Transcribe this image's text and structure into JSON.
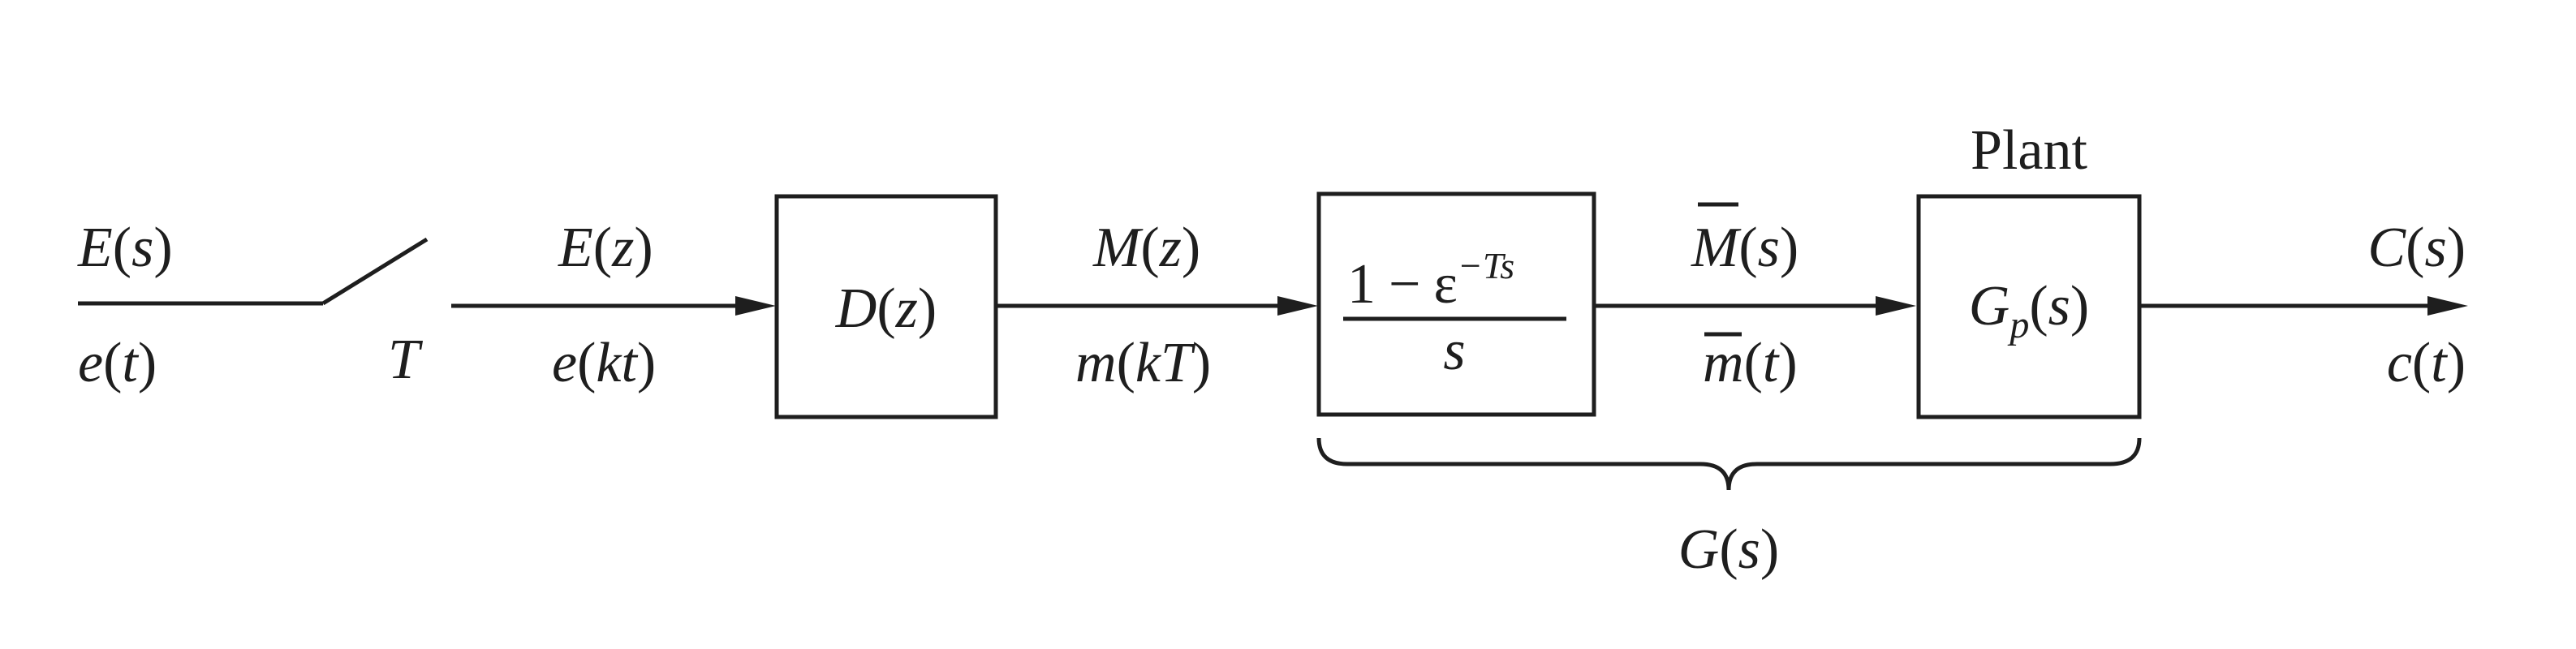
{
  "input": {
    "upper_name": "E",
    "upper_arg": "s",
    "lower_name": "e",
    "lower_arg": "t"
  },
  "sampler": {
    "period_label": "T"
  },
  "sampled": {
    "upper_name": "E",
    "upper_arg": "z",
    "lower_name": "e",
    "lower_arg": "kt"
  },
  "controller": {
    "name": "D",
    "arg": "z"
  },
  "controller_out": {
    "upper_name": "M",
    "upper_arg": "z",
    "lower_name": "m",
    "lower_arg": "kT"
  },
  "zoh": {
    "numerator_one": "1",
    "minus": "−",
    "exp_base": "ε",
    "exp_power": "−Ts",
    "denominator": "s"
  },
  "zoh_out": {
    "upper_name": "M",
    "upper_arg": "s",
    "lower_name": "m",
    "lower_arg": "t"
  },
  "plant": {
    "heading": "Plant",
    "name": "G",
    "subscript": "p",
    "arg": "s"
  },
  "output": {
    "upper_name": "C",
    "upper_arg": "s",
    "lower_name": "c",
    "lower_arg": "t"
  },
  "combined": {
    "name": "G",
    "arg": "s"
  }
}
